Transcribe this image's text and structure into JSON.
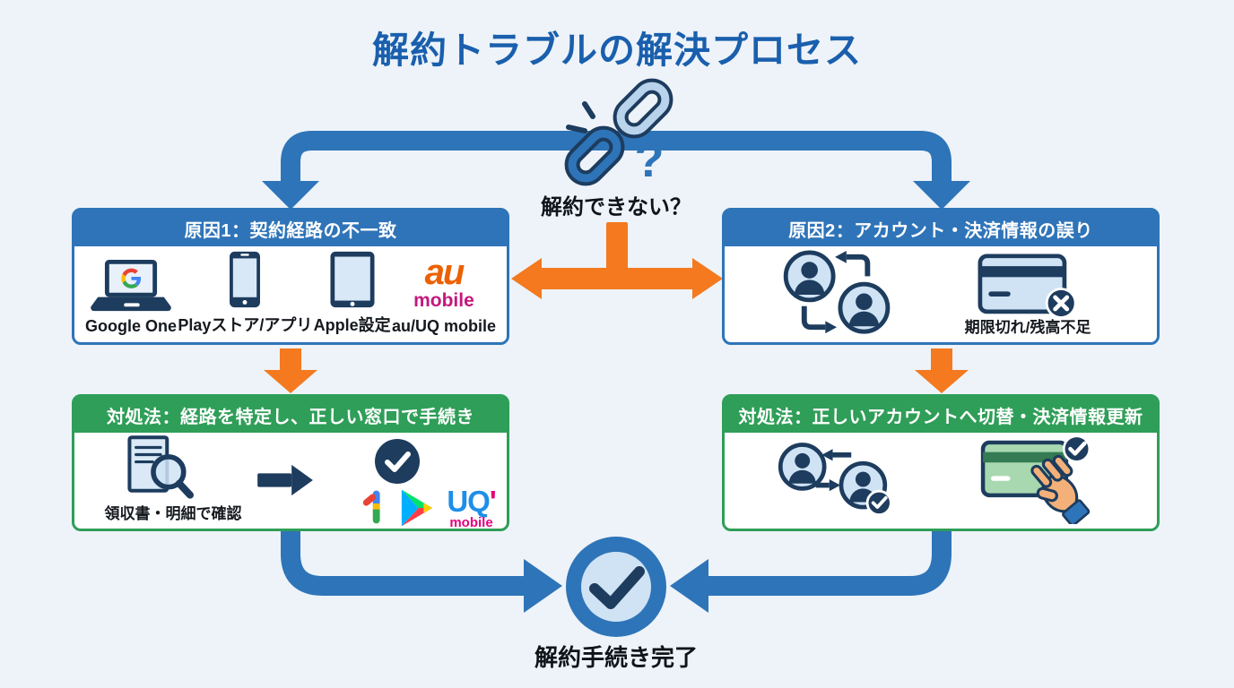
{
  "title": "解約トラブルの解決プロセス",
  "start": {
    "question_mark": "?",
    "label": "解約できない？"
  },
  "cause1": {
    "header": "原因1：契約経路の不一致",
    "items": [
      {
        "icon": "laptop-google-icon",
        "label": "Google One"
      },
      {
        "icon": "smartphone-icon",
        "label": "Playストア/アプリ"
      },
      {
        "icon": "tablet-icon",
        "label": "Apple設定"
      },
      {
        "icon": "au-mobile-logo",
        "label": "au/UQ mobile"
      }
    ],
    "au_logo": {
      "top": "au",
      "bottom": "mobile"
    }
  },
  "cause2": {
    "header": "原因2：アカウント・決済情報の誤り",
    "card_label": "期限切れ/残高不足"
  },
  "solution1": {
    "header": "対処法：経路を特定し、正しい窓口で手続き",
    "receipt_label": "領収書・明細で確認",
    "uq_logo": {
      "top": "UQ",
      "bottom": "mobile"
    }
  },
  "solution2": {
    "header": "対処法：正しいアカウントへ切替・決済情報更新"
  },
  "end": {
    "label": "解約手続き完了"
  },
  "icons": [
    "broken-link-icon",
    "question-mark",
    "laptop-google-icon",
    "smartphone-icon",
    "tablet-icon",
    "au-mobile-logo",
    "account-switch-icon",
    "credit-card-error-icon",
    "receipt-magnifier-icon",
    "right-arrow-icon",
    "check-circle-icon",
    "google-one-logo",
    "google-play-logo",
    "uq-mobile-logo",
    "account-switch-check-icon",
    "card-in-hand-check-icon",
    "complete-check-circle"
  ],
  "colors": {
    "background": "#edf3f9",
    "title_blue": "#1a5fad",
    "arrow_blue": "#2e74b8",
    "header_blue": "#2f74b8",
    "green": "#2f9e58",
    "orange": "#f4791f",
    "navy": "#1d3c5e",
    "icon_fill": "#cfe3f5"
  }
}
